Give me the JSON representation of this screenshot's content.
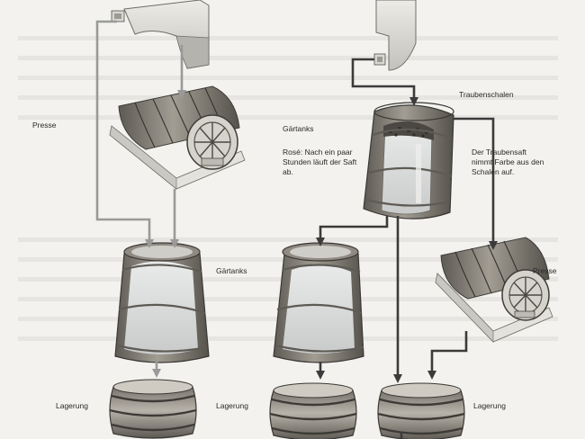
{
  "labels": {
    "presse_left": "Presse",
    "gaertanks_top": "Gärtanks",
    "rose_note": "Rosé: Nach ein paar Stunden läuft der Saft ab.",
    "traubenschalen": "Traubenschalen",
    "traubensaft_note": "Der Traubensaft nimmt Farbe aus den Schalen auf.",
    "gaertanks_left": "Gärtanks",
    "presse_right": "Presse",
    "lagerung_1": "Lagerung",
    "lagerung_2": "Lagerung",
    "lagerung_3": "Lagerung"
  },
  "colors": {
    "pipe": "#8d8d8d",
    "pipe_dark": "#3a3a3a",
    "wood": "#8a857c",
    "wood_dark": "#4d4a44",
    "liquid": "#d6d8d8",
    "arrow_light": "#9a9a9a",
    "arrow_dark": "#3b3b3b"
  }
}
